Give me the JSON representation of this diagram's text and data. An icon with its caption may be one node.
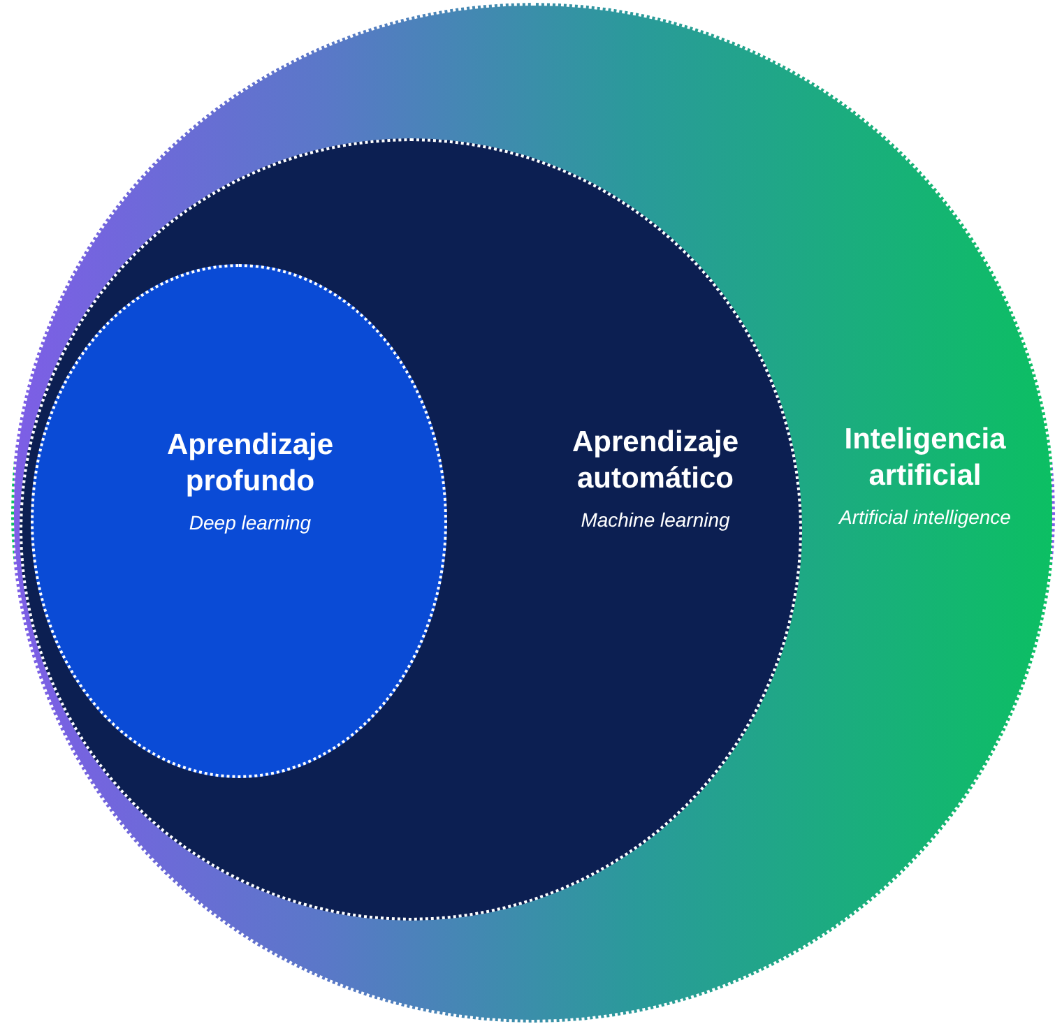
{
  "diagram": {
    "nodes": [
      {
        "text": [
          "Inteligencia artificial",
          "Artificial intelligence"
        ]
      },
      {
        "text": [
          "Aprendizaje automático",
          "Machine learning"
        ],
        "in": 0
      },
      {
        "text": [
          "Aprendizaje profundo",
          "Deep learning"
        ],
        "in": 1
      }
    ]
  }
}
